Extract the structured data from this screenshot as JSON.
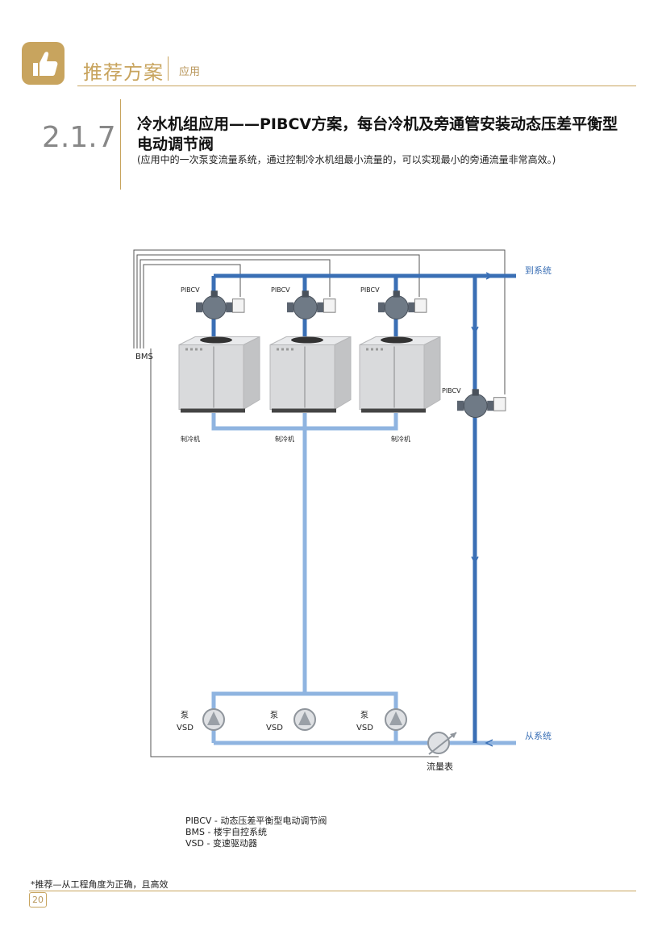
{
  "header": {
    "title": "推荐方案",
    "subtitle": "应用"
  },
  "section": {
    "number": "2.1.7",
    "title": "冷水机组应用——PIBCV方案，每台冷机及旁通管安装动态压差平衡型电动调节阀",
    "description": "(应用中的一次泵变流量系统，通过控制冷水机组最小流量的，可以实现最小的旁通流量非常高效。)"
  },
  "diagram": {
    "to_system": "到系统",
    "from_system": "从系统",
    "bms": "BMS",
    "valve_label": "PIBCV",
    "chiller_label": "制冷机",
    "pump_label": "泵",
    "vsd_label": "VSD",
    "flowmeter_label": "流量表",
    "colors": {
      "supply": "#3a6fb5",
      "return": "#8fb4e0",
      "control": "#555555"
    }
  },
  "legend": {
    "items": [
      {
        "key": "PIBCV",
        "value": " - 动态压差平衡型电动调节阀"
      },
      {
        "key": "BMS",
        "value": "   - 楼宇自控系统"
      },
      {
        "key": "VSD",
        "value": "   - 变速驱动器"
      }
    ]
  },
  "footnote": "*推荐—从工程角度为正确，且高效",
  "page_number": "20"
}
